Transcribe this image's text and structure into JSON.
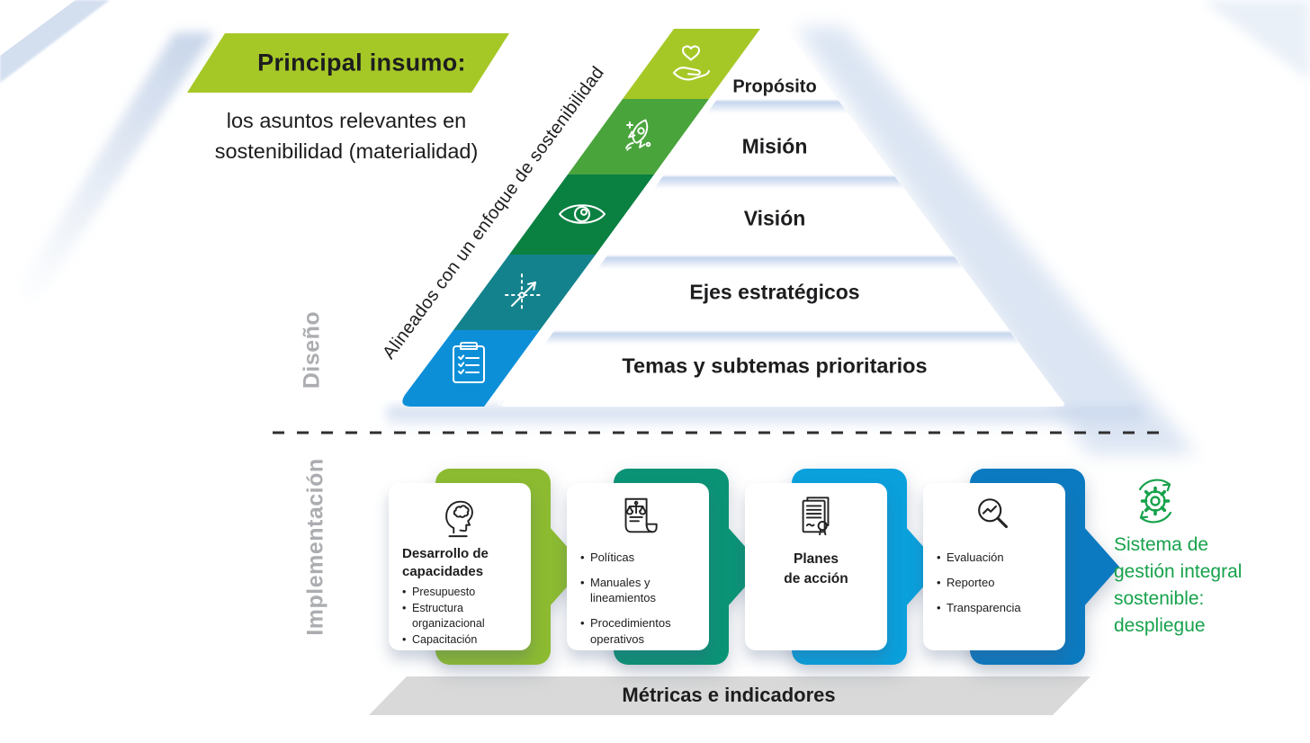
{
  "banner": {
    "title": "Principal insumo:",
    "subtitle": "los asuntos relevantes en\nsostenibilidad (materialidad)",
    "color": "#a6c827"
  },
  "pyramid": {
    "diagonal_label": "Alineados con un enfoque de sostenibilidad",
    "levels": [
      {
        "label": "Propósito",
        "icon": "heart-hand-icon",
        "color": "#a6c827"
      },
      {
        "label": "Misión",
        "icon": "rocket-icon",
        "color": "#4aa43c"
      },
      {
        "label": "Visión",
        "icon": "eye-icon",
        "color": "#0a8041"
      },
      {
        "label": "Ejes estratégicos",
        "icon": "axes-icon",
        "color": "#13828c"
      },
      {
        "label": "Temas y subtemas prioritarios",
        "icon": "clipboard-icon",
        "color": "#0d8fd8"
      }
    ]
  },
  "sections": {
    "design_label": "Diseño",
    "implementation_label": "Implementación"
  },
  "steps": [
    {
      "title": "Desarrollo de\ncapacidades",
      "bullets": [
        "Presupuesto",
        "Estructura\norganizacional",
        "Capacitación"
      ],
      "icon": "head-brain-icon",
      "arrow_color": "#8cbb31"
    },
    {
      "bullets": [
        "Políticas",
        "Manuales y\nlineamientos",
        "Procedimientos\noperativos"
      ],
      "icon": "scales-document-icon",
      "arrow_color": "#0b9376"
    },
    {
      "title": "Planes\nde acción",
      "bullets": [],
      "icon": "certificate-icon",
      "arrow_color": "#0aa0dc"
    },
    {
      "bullets": [
        "Evaluación",
        "Reporteo",
        "Transparencia"
      ],
      "icon": "magnifier-chart-icon",
      "arrow_color": "#0c7ac0"
    }
  ],
  "outcome": {
    "label": "Sistema de\ngestión integral\nsostenible:\ndespliegue",
    "icon": "gear-cycle-icon",
    "color": "#17a24c"
  },
  "metrics_bar": {
    "label": "Métricas e indicadores",
    "color": "#d9d9d9"
  }
}
